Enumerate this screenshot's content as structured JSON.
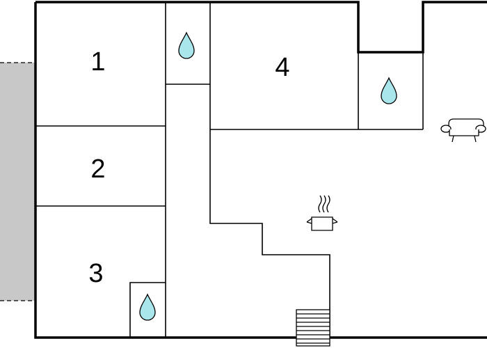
{
  "floorplan": {
    "rooms": [
      {
        "id": "bedroom-1",
        "label": "1"
      },
      {
        "id": "bedroom-2",
        "label": "2"
      },
      {
        "id": "bedroom-3",
        "label": "3"
      },
      {
        "id": "bedroom-4",
        "label": "4"
      }
    ],
    "icons": {
      "bathroom": "water-drop-icon",
      "living": "sofa-icon",
      "kitchen": "cooking-pot-icon",
      "stairs": "stairs-icon"
    },
    "colors": {
      "wall": "#000000",
      "terrace": "#c8c8c8",
      "water_drop": "#a8e6ec",
      "background": "#ffffff"
    }
  }
}
